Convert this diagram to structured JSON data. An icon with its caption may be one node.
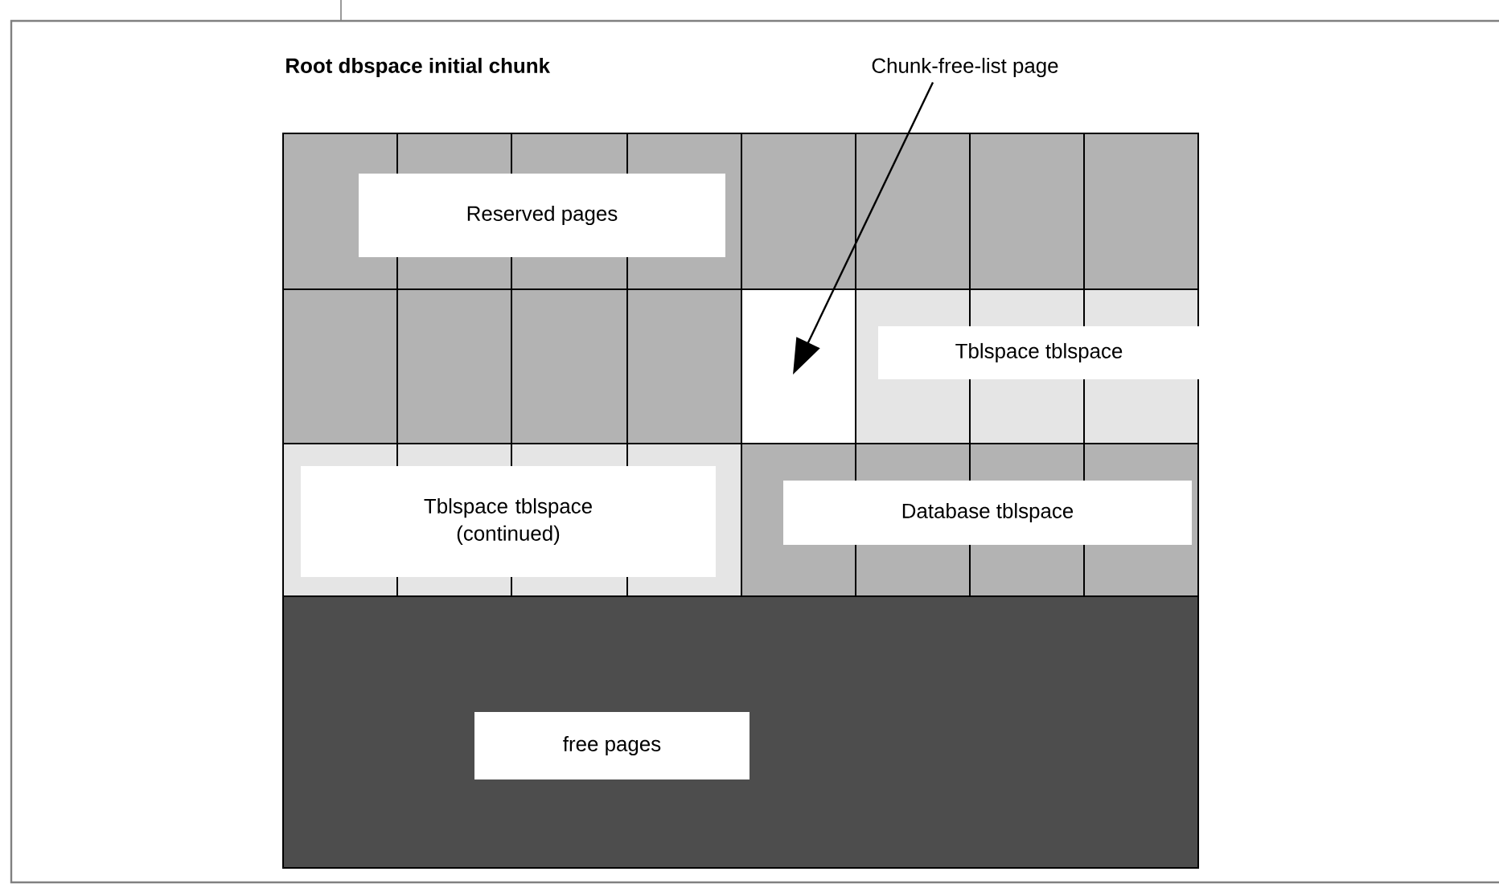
{
  "diagram": {
    "title": "Root dbspace initial chunk",
    "nodes": [
      {
        "text": [
          "Chunk-free-list page"
        ]
      },
      {
        "text": [
          "Reserved pages"
        ]
      },
      {
        "text": [],
        "shape": "box"
      },
      {
        "text": [
          "Tblspace tblspace"
        ]
      },
      {
        "text": [
          "Tblspace tblspace (continued)"
        ]
      },
      {
        "text": [
          "Database tblspace"
        ]
      },
      {
        "text": [
          "free pages"
        ]
      }
    ],
    "edges": [
      {
        "from": 0,
        "to": 2,
        "arrow": "to"
      }
    ]
  }
}
